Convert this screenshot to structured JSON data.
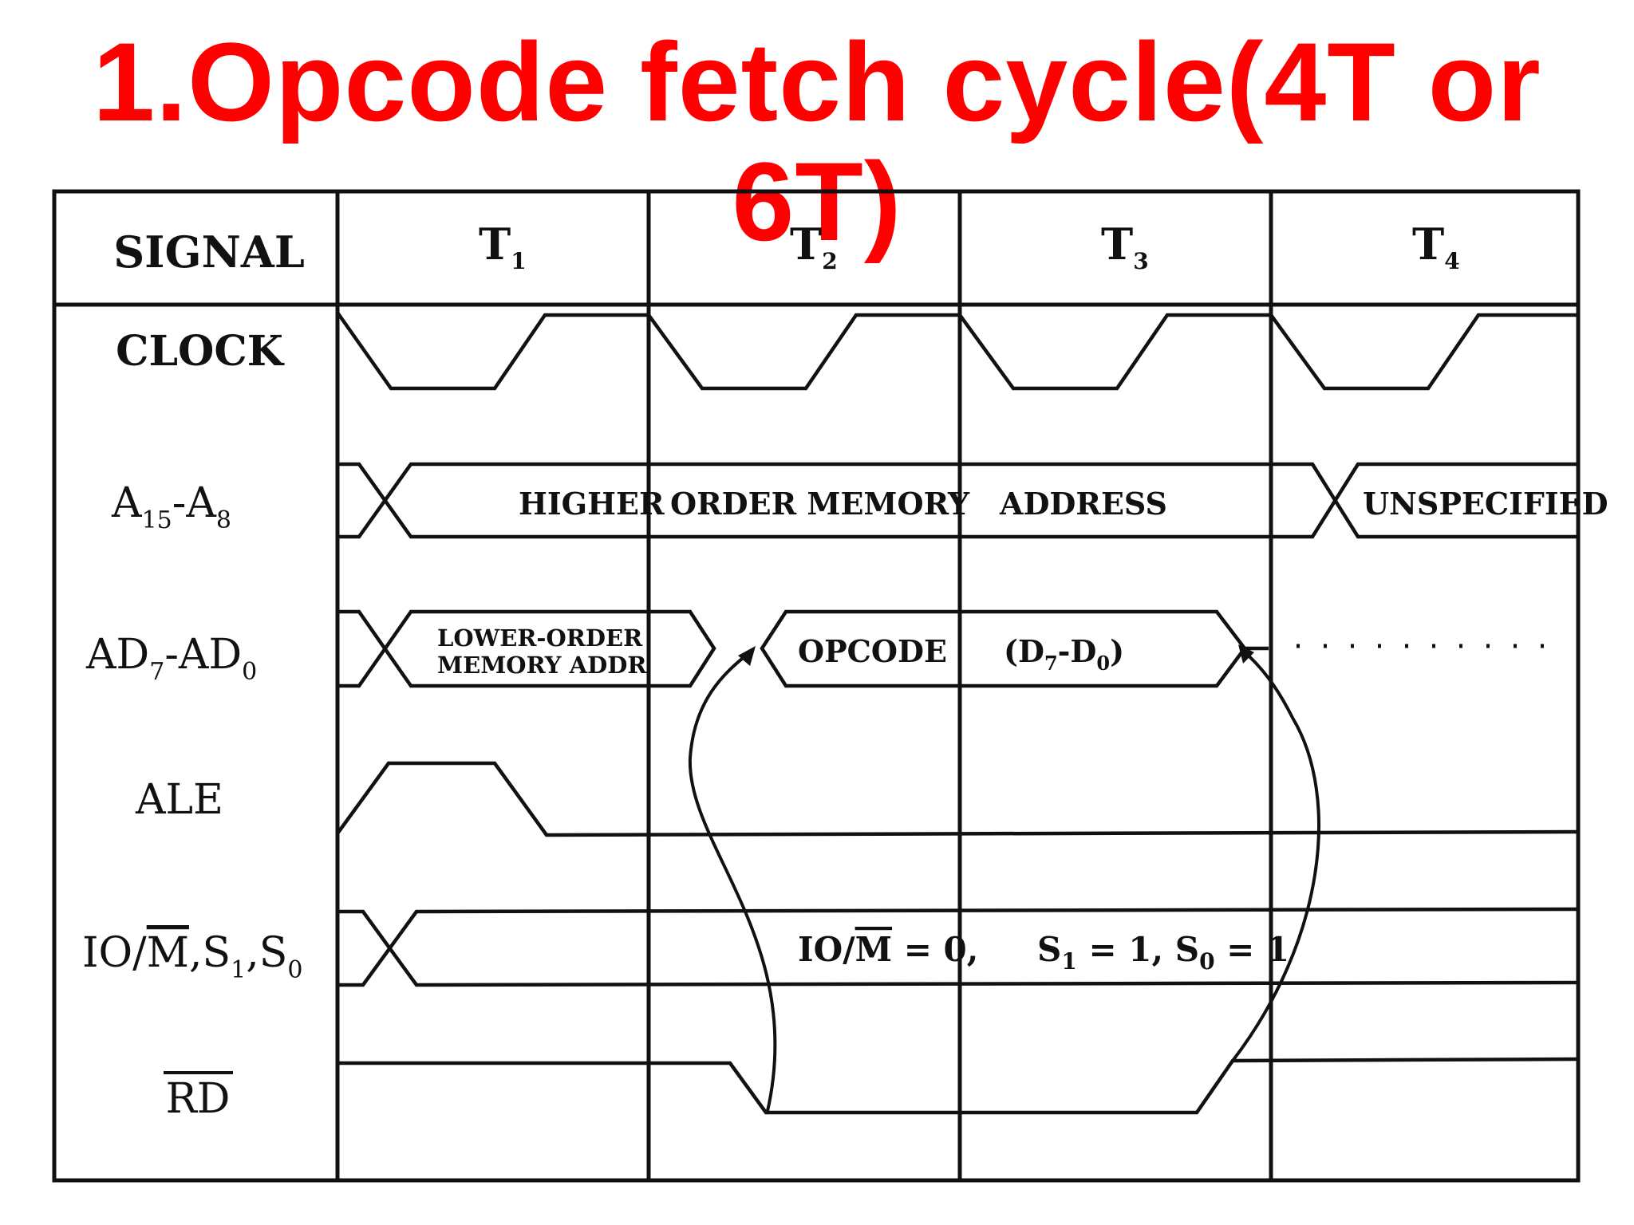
{
  "title": "1.Opcode fetch cycle(4T or 6T)",
  "title_color": "#ff0000",
  "header": {
    "signal": "SIGNAL",
    "states": [
      {
        "base": "T",
        "sub": "1"
      },
      {
        "base": "T",
        "sub": "2"
      },
      {
        "base": "T",
        "sub": "3"
      },
      {
        "base": "T",
        "sub": "4"
      }
    ]
  },
  "signals": {
    "clock": "CLOCK",
    "a_high": {
      "a": "A",
      "a_sub": "15",
      "dash": "-A",
      "b_sub": "8"
    },
    "ad_low": {
      "a": "AD",
      "a_sub": "7",
      "dash": "-AD",
      "b_sub": "0"
    },
    "ale": "ALE",
    "io_status": {
      "io": "IO/",
      "m": "M",
      "s1": ",S",
      "s1_sub": "1",
      "s0": ",S",
      "s0_sub": "0"
    },
    "rd": "RD"
  },
  "bus_text": {
    "higher": "HIGHER",
    "order_memory": "ORDER   MEMORY",
    "address": "ADDRESS",
    "unspecified": "UNSPECIFIED",
    "lower_order_1": "LOWER-ORDER",
    "lower_order_2": "MEMORY ADDR",
    "opcode": "OPCODE",
    "data": {
      "open": "(D",
      "a_sub": "7",
      "dash": "-D",
      "b_sub": "0",
      "close": ")"
    },
    "iom": {
      "io": "IO/",
      "m": "M",
      "eq": " = 0,"
    },
    "status": {
      "s1": "S",
      "s1_sub": "1",
      "eq1": " = 1, ",
      "s0": "S",
      "s0_sub": "0",
      "eq0": " = 1"
    }
  }
}
